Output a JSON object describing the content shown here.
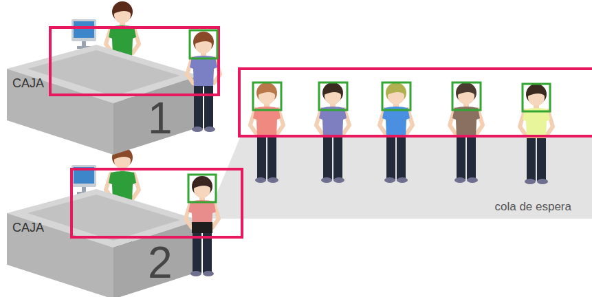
{
  "diagram": {
    "nodes": [
      {
        "text": [
          "CAJA",
          "1"
        ]
      },
      {
        "text": [
          "CAJA",
          "2"
        ]
      },
      {
        "text": [
          "cola de espera"
        ]
      }
    ]
  }
}
